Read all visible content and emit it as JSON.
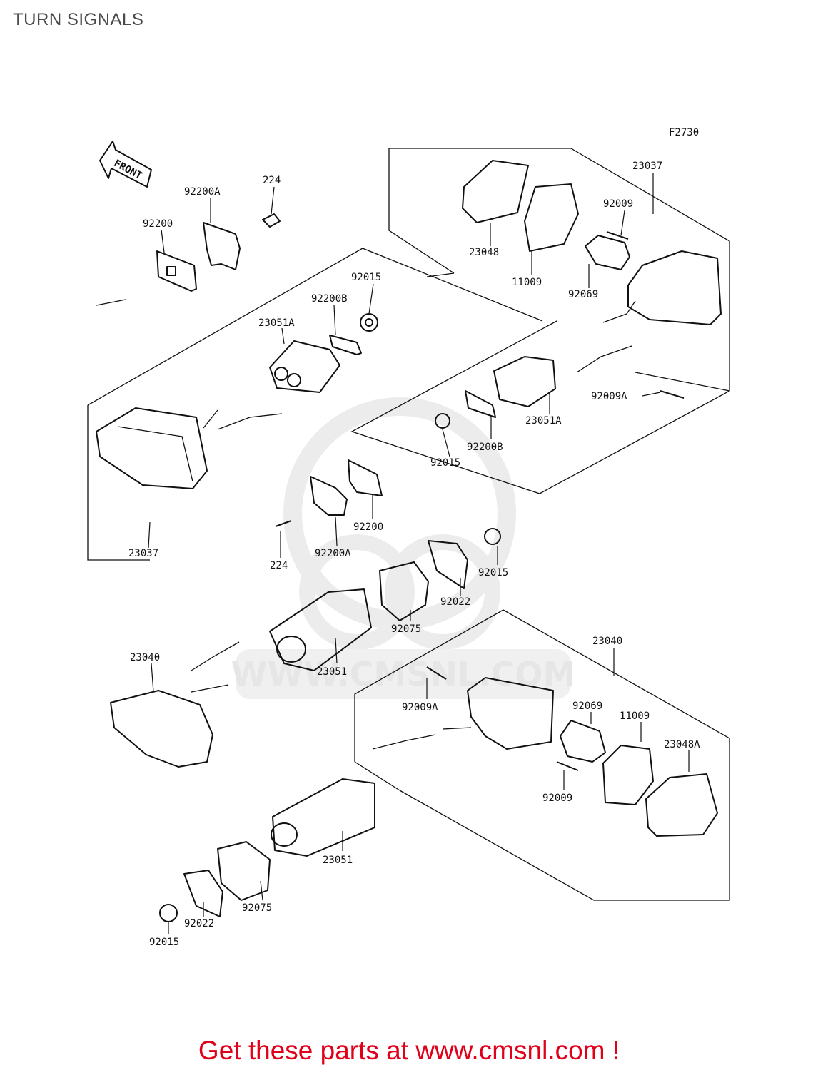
{
  "header": {
    "title": "TURN SIGNALS"
  },
  "figure_code": "F2730",
  "front_arrow_label": "FRONT",
  "watermark": {
    "url": "WWW.CMSNL.COM"
  },
  "footer": {
    "cta": "Get these parts at www.cmsnl.com !"
  },
  "callouts": [
    {
      "id": "c01",
      "text": "224"
    },
    {
      "id": "c02",
      "text": "92200A"
    },
    {
      "id": "c03",
      "text": "92200"
    },
    {
      "id": "c04",
      "text": "92015"
    },
    {
      "id": "c05",
      "text": "92200B"
    },
    {
      "id": "c06",
      "text": "23051A"
    },
    {
      "id": "c07",
      "text": "23037"
    },
    {
      "id": "c08",
      "text": "23048"
    },
    {
      "id": "c09",
      "text": "11009"
    },
    {
      "id": "c10",
      "text": "92009"
    },
    {
      "id": "c11",
      "text": "92069"
    },
    {
      "id": "c12",
      "text": "92009A"
    },
    {
      "id": "c13",
      "text": "23051A"
    },
    {
      "id": "c14",
      "text": "92200B"
    },
    {
      "id": "c15",
      "text": "92015"
    },
    {
      "id": "c16",
      "text": "23037"
    },
    {
      "id": "c17",
      "text": "92200"
    },
    {
      "id": "c18",
      "text": "224"
    },
    {
      "id": "c19",
      "text": "92200A"
    },
    {
      "id": "c20",
      "text": "92015"
    },
    {
      "id": "c21",
      "text": "92022"
    },
    {
      "id": "c22",
      "text": "92075"
    },
    {
      "id": "c23",
      "text": "23040"
    },
    {
      "id": "c24",
      "text": "23051"
    },
    {
      "id": "c25",
      "text": "23040"
    },
    {
      "id": "c26",
      "text": "92009A"
    },
    {
      "id": "c27",
      "text": "92069"
    },
    {
      "id": "c28",
      "text": "11009"
    },
    {
      "id": "c29",
      "text": "23048A"
    },
    {
      "id": "c30",
      "text": "92009"
    },
    {
      "id": "c31",
      "text": "23051"
    },
    {
      "id": "c32",
      "text": "92075"
    },
    {
      "id": "c33",
      "text": "92022"
    },
    {
      "id": "c34",
      "text": "92015"
    }
  ]
}
